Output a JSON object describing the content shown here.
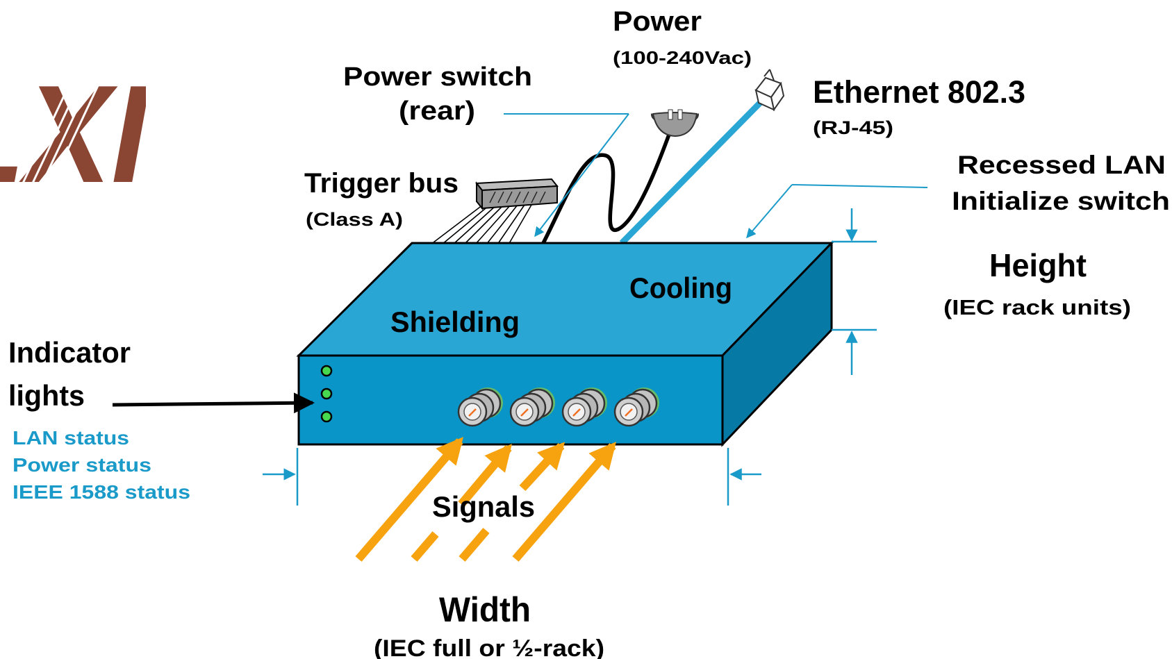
{
  "logo": {
    "text": "LXI",
    "color": "#8b4533"
  },
  "colors": {
    "box_top": "#2aa6d4",
    "box_front": "#0a95c8",
    "box_side": "#067aa4",
    "cable_blue": "#2aa6d4",
    "dim_line": "#1a9ac9",
    "signal_arrow": "#f7a20f",
    "status_text": "#1a9ac9",
    "led": "#47d84f"
  },
  "labels": {
    "power": "Power",
    "power_sub": "(100-240Vac)",
    "power_switch_1": "Power switch",
    "power_switch_2": "(rear)",
    "ethernet": "Ethernet 802.3",
    "ethernet_sub": "(RJ-45)",
    "recessed_1": "Recessed LAN",
    "recessed_2": "Initialize switch",
    "trigger": "Trigger bus",
    "trigger_sub": "(Class A)",
    "cooling": "Cooling",
    "shielding": "Shielding",
    "height": "Height",
    "height_sub": "(IEC rack units)",
    "indicator_1": "Indicator",
    "indicator_2": "lights",
    "signals": "Signals",
    "width": "Width",
    "width_sub": "(IEC full or ½-rack)"
  },
  "status_items": [
    "LAN status",
    "Power status",
    "IEEE 1588 status"
  ]
}
